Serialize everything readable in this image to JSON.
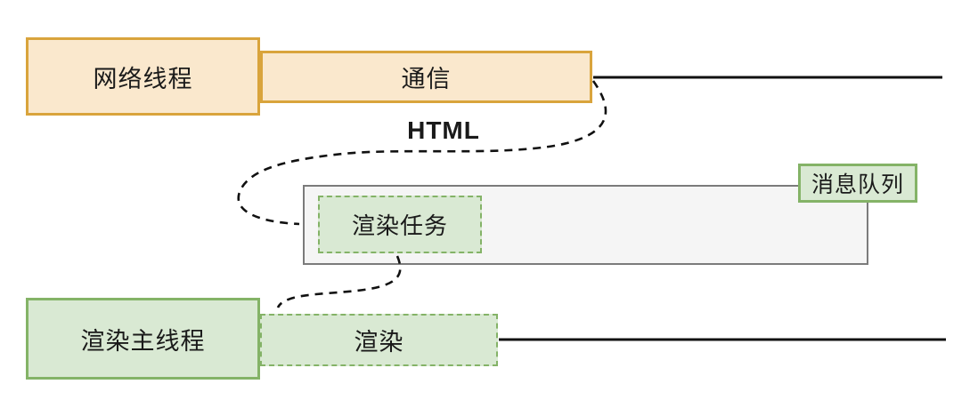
{
  "diagram": {
    "background": "#ffffff",
    "colors": {
      "orange_fill": "#FAE8CD",
      "orange_border": "#D9A43C",
      "green_fill": "#D9E9D3",
      "green_border": "#84B367",
      "queue_fill": "#F5F5F5",
      "queue_border": "#7B7B7B",
      "arrow": "#111111",
      "text": "#1A1A1A",
      "background": "#FFFFFF"
    },
    "nodes": {
      "network_thread": {
        "label": "网络线程"
      },
      "communication": {
        "label": "通信"
      },
      "message_queue": {
        "label": "消息队列"
      },
      "render_task": {
        "label": "渲染任务"
      },
      "render_main_thread": {
        "label": "渲染主线程"
      },
      "render": {
        "label": "渲染"
      }
    },
    "annotations": {
      "html_label": "HTML"
    }
  }
}
